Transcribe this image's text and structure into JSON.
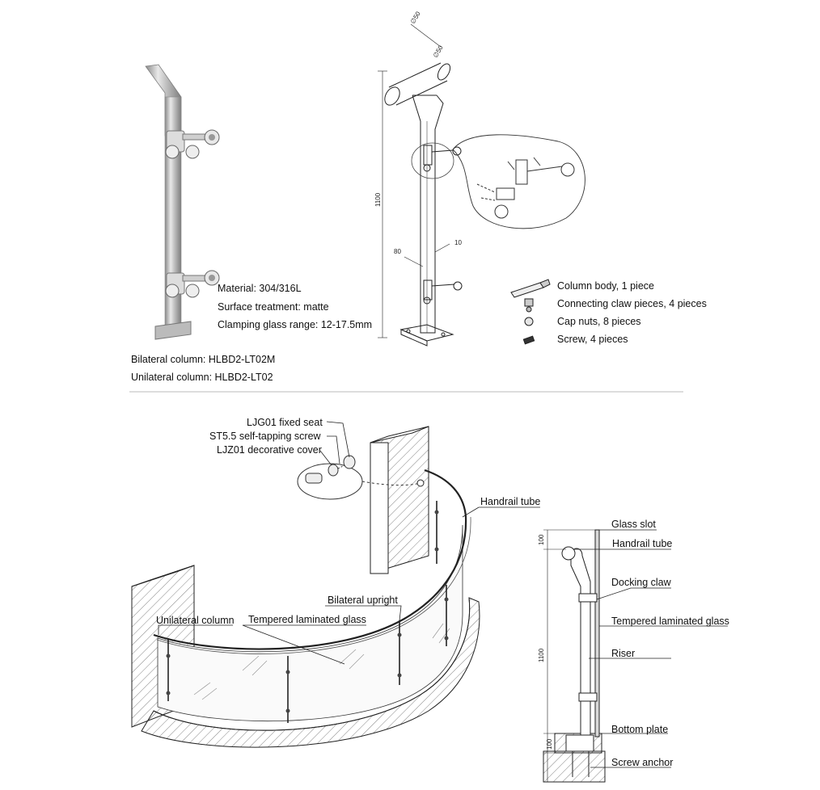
{
  "spec": {
    "material": "Material: 304/316L",
    "surface": "Surface treatment: matte",
    "clamping": "Clamping glass range: 12-17.5mm"
  },
  "models": {
    "bilateral": "Bilateral column: HLBD2-LT02M",
    "unilateral": "Unilateral column: HLBD2-LT02"
  },
  "dims_top": {
    "d1": "∅50",
    "d2": "∅50",
    "height": "1100",
    "width": "80",
    "thick": "10"
  },
  "parts": [
    "Column body, 1 piece",
    "Connecting claw pieces, 4 pieces",
    "Cap nuts, 8 pieces",
    "Screw, 4 pieces"
  ],
  "install": {
    "fixed_seat": "LJG01 fixed seat",
    "screw": "ST5.5 self-tapping screw",
    "cover": "LJZ01 decorative cover",
    "handrail": "Handrail tube",
    "bilateral_upright": "Bilateral upright",
    "unilateral_column": "Unilateral column",
    "glass": "Tempered laminated glass"
  },
  "section": {
    "labels": [
      "Glass slot",
      "Handrail tube",
      "Docking claw",
      "Tempered laminated glass",
      "Riser",
      "Bottom plate",
      "Screw anchor"
    ],
    "dim_top": "100",
    "dim_mid": "1100",
    "dim_bottom": "100"
  }
}
